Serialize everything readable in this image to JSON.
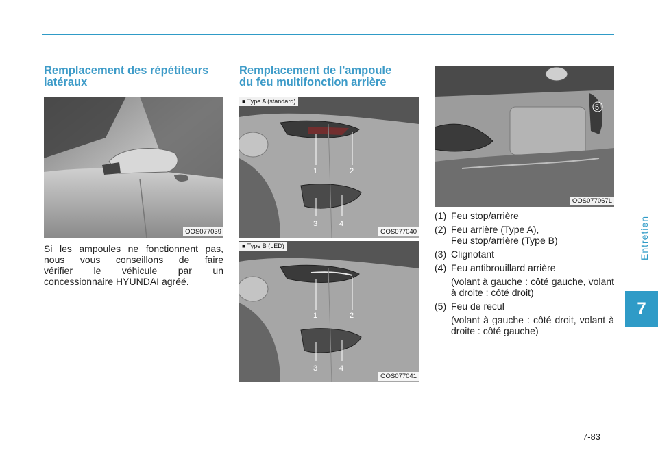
{
  "header": {
    "accent_color": "#2f9bc7"
  },
  "side_tab": {
    "label": "Entretien",
    "chapter": "7"
  },
  "left_column": {
    "title_line1": "Remplacement des répétiteurs",
    "title_line2": "latéraux",
    "image_code": "OOS077039",
    "text_lines": [
      "Si les ampoules ne fonctionnent pas,",
      "nous vous conseillons de faire",
      "vérifier le véhicule par un",
      "concessionnaire HYUNDAI agréé."
    ]
  },
  "middle_column": {
    "title_line1": "Remplacement de l'ampoule",
    "title_line2": "du feu multifonction arrière",
    "image_a": {
      "tag": "■ Type A (standard)",
      "code": "OOS077040",
      "callouts": [
        "1",
        "2",
        "3",
        "4"
      ]
    },
    "image_b": {
      "tag": "■ Type B (LED)",
      "code": "OOS077041",
      "callouts": [
        "1",
        "2",
        "3",
        "4"
      ]
    }
  },
  "right_column": {
    "image": {
      "code": "OOS077067L",
      "callouts": [
        "5"
      ]
    },
    "legend": [
      {
        "num": "(1)",
        "text": "Feu stop/arrière"
      },
      {
        "num": "(2)",
        "text": "Feu arrière (Type A),",
        "sub": "Feu stop/arrière (Type B)"
      },
      {
        "num": "(3)",
        "text": "Clignotant"
      },
      {
        "num": "(4)",
        "text": "Feu antibrouillard arrière",
        "note": "(volant à gauche : côté gauche, volant à droite : côté droit)"
      },
      {
        "num": "(5)",
        "text": "Feu de recul",
        "note": "(volant à gauche : côté droit, volant à droite : côté gauche)"
      }
    ]
  },
  "footer": {
    "page_number": "7-83"
  }
}
